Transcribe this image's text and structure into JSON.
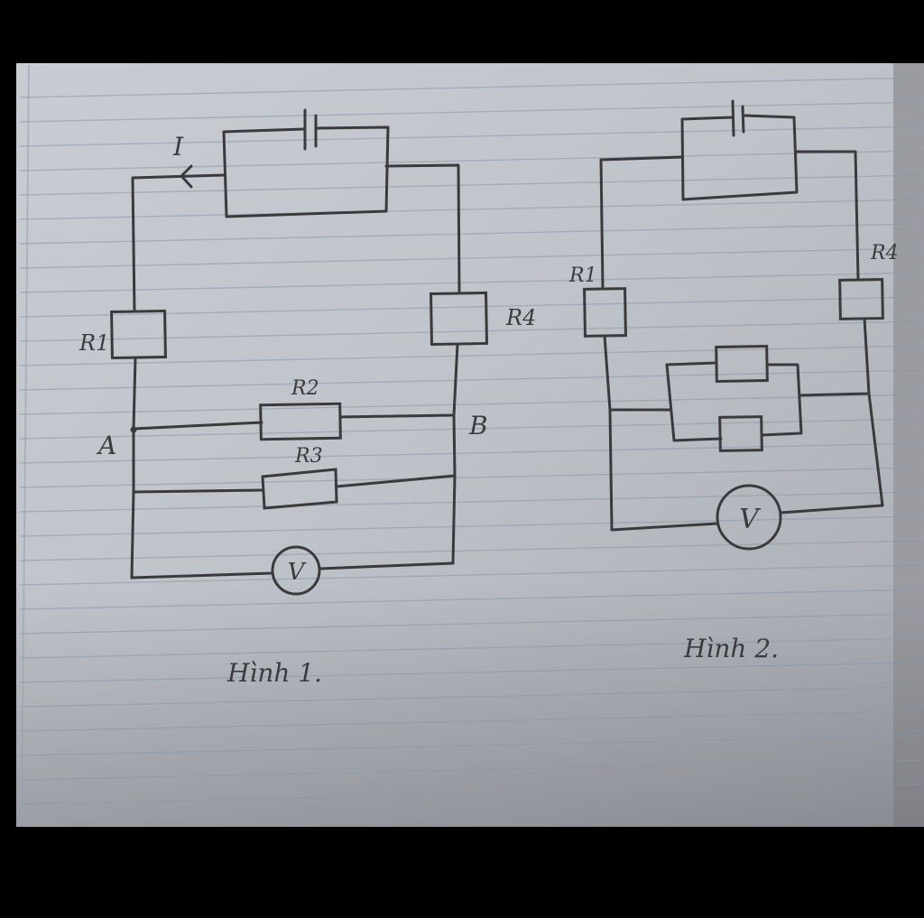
{
  "figure1": {
    "current_label": "I",
    "resistors": {
      "r1": "R1",
      "r2": "R2",
      "r3": "R3",
      "r4": "R4"
    },
    "nodes": {
      "a": "A",
      "b": "B"
    },
    "voltmeter": "V",
    "caption": "Hình 1."
  },
  "figure2": {
    "resistors": {
      "r1": "R1",
      "r4": "R4"
    },
    "voltmeter": "V",
    "caption": "Hình 2."
  }
}
